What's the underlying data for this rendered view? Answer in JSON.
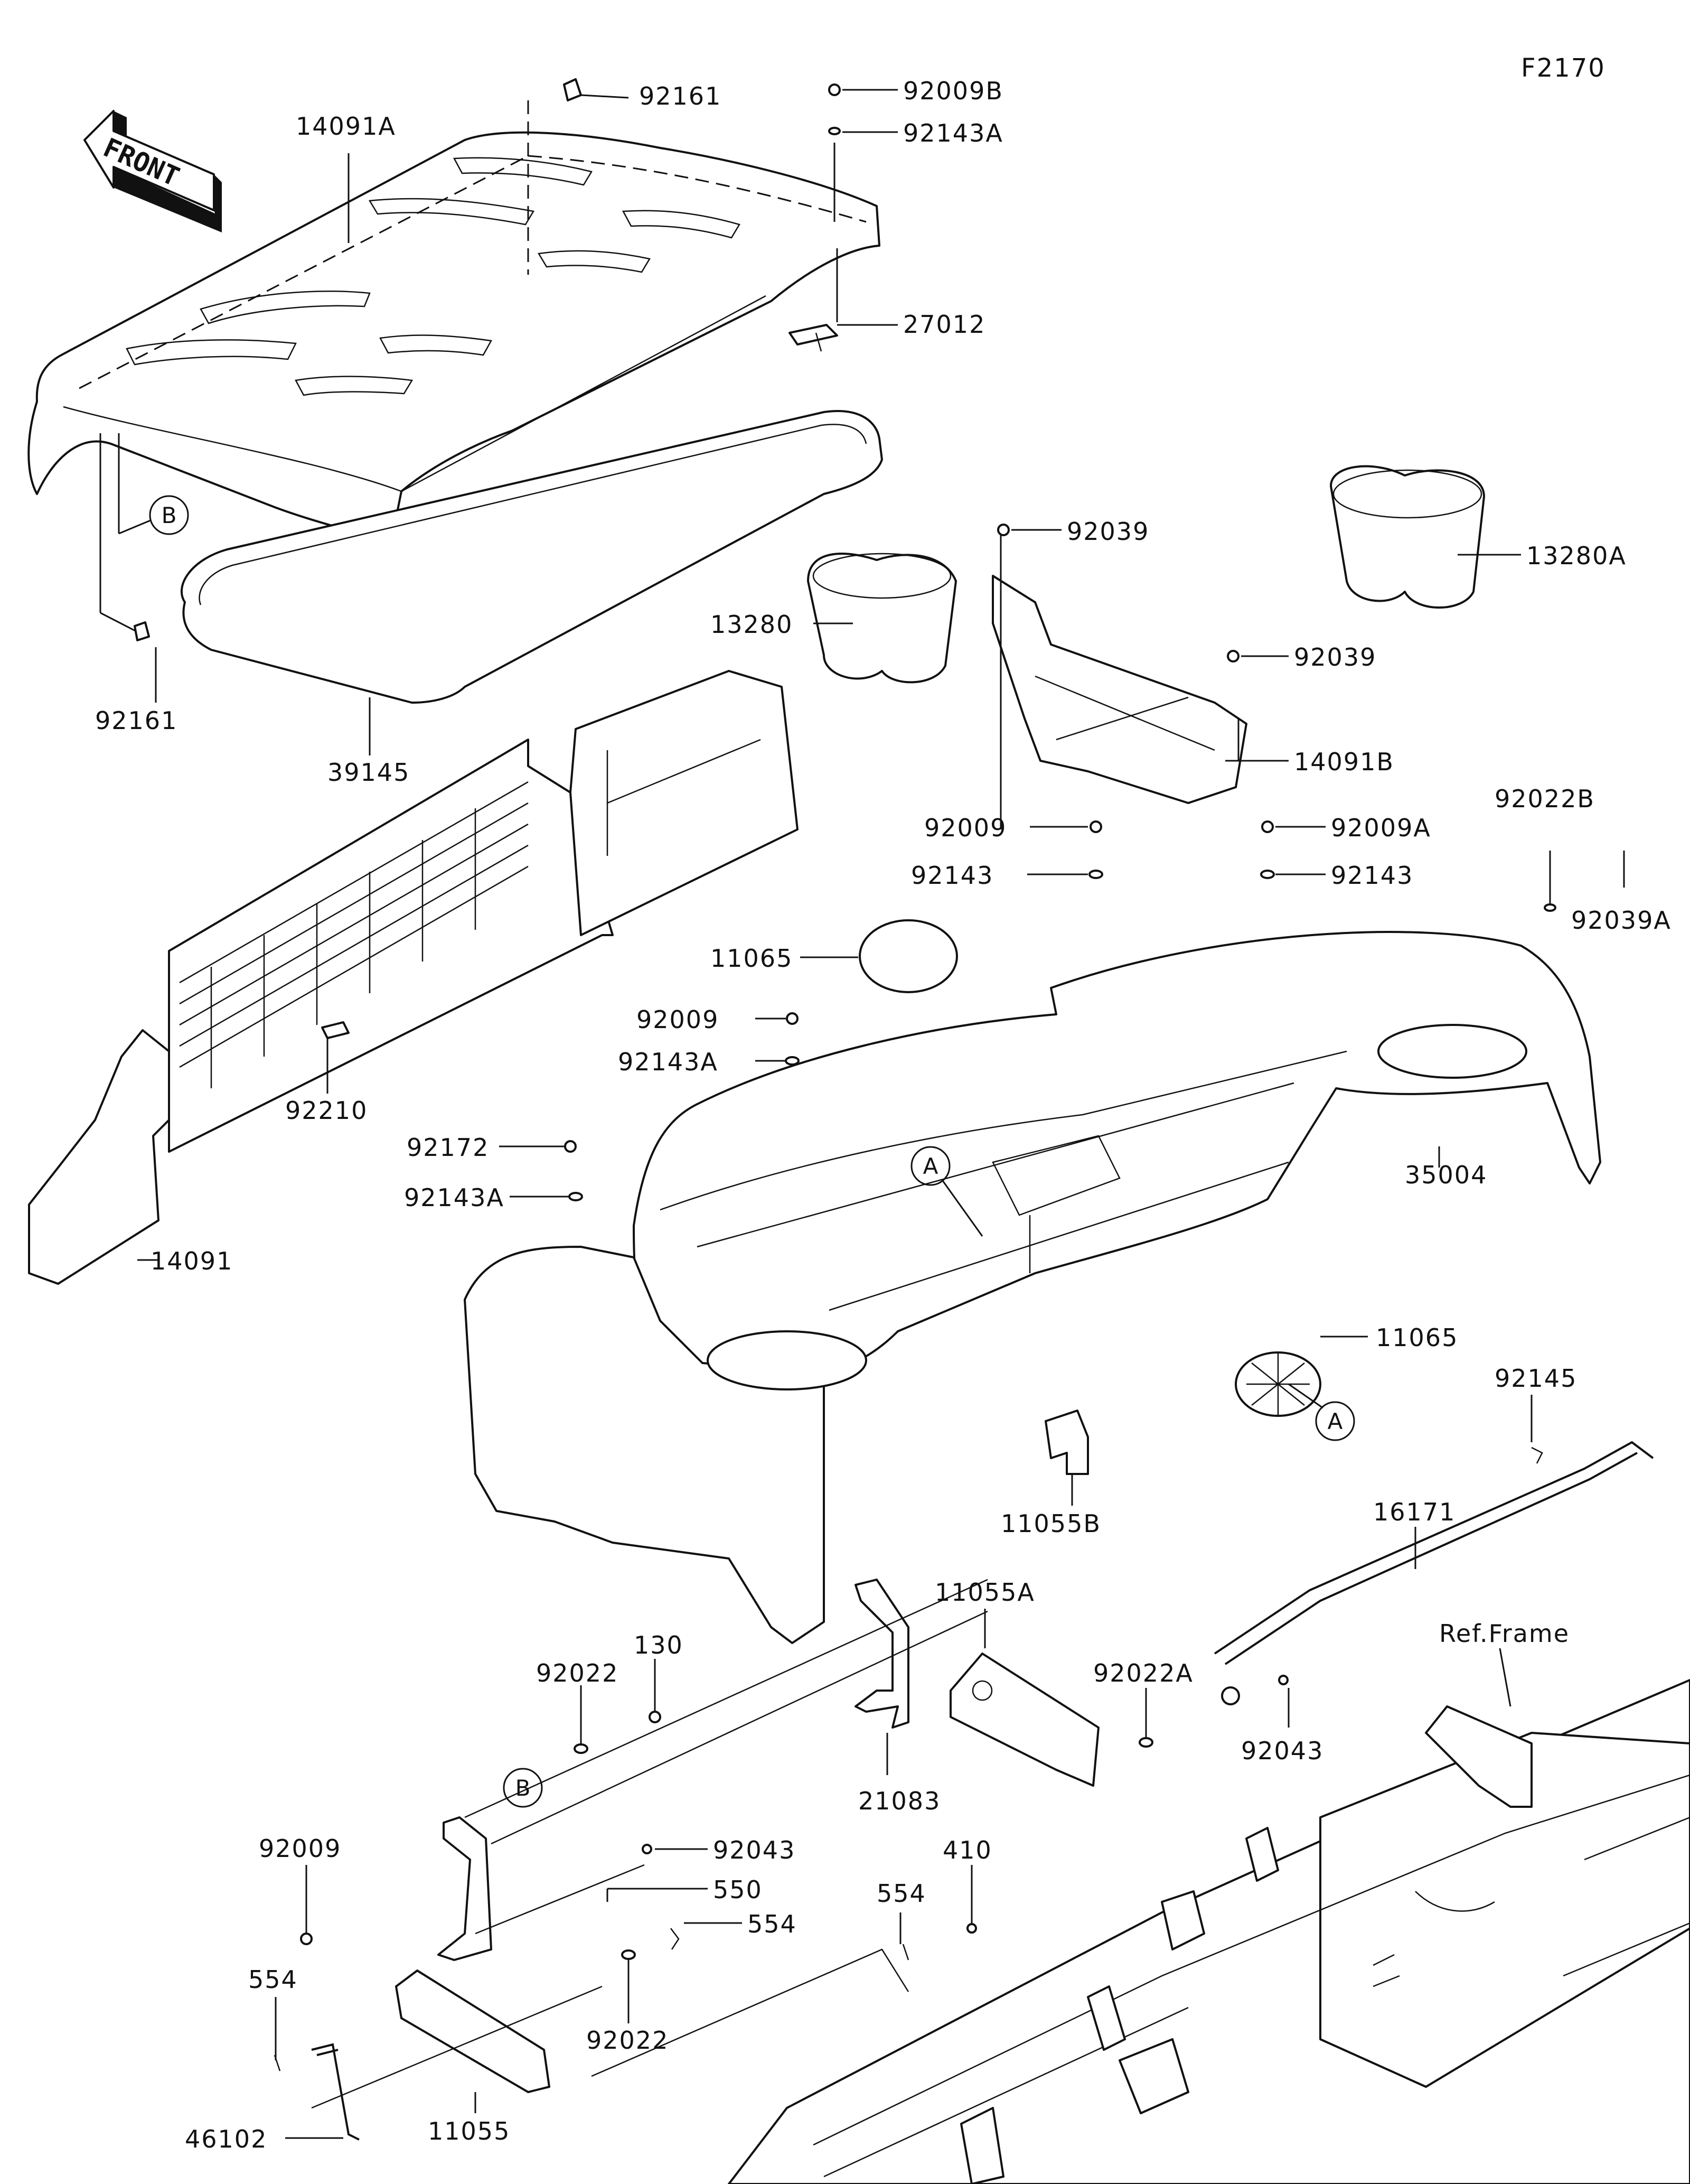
{
  "figure_id": "F2170",
  "front_label": "FRONT",
  "circle_labels": {
    "a_top": "A",
    "a_bottom": "A",
    "b_top": "B",
    "b_bottom": "B"
  },
  "parts": {
    "p92161_top": "92161",
    "p92009B": "92009B",
    "p92143A_top": "92143A",
    "p14091A": "14091A",
    "p27012": "27012",
    "p92161_left": "92161",
    "p39145": "39145",
    "p92039_a": "92039",
    "p13280A": "13280A",
    "p13280": "13280",
    "p92039_b": "92039",
    "p14091B": "14091B",
    "p92009_mid": "92009",
    "p92009A": "92009A",
    "p92022B": "92022B",
    "p92143_mid1": "92143",
    "p92143_mid2": "92143",
    "p92039A": "92039A",
    "p11065_top": "11065",
    "p92009_lower": "92009",
    "p92143A_mid": "92143A",
    "p92210": "92210",
    "p92172": "92172",
    "p92143A_low": "92143A",
    "p35004": "35004",
    "p14091": "14091",
    "p11065_bot": "11065",
    "p92145": "92145",
    "p11055B": "11055B",
    "p16171": "16171",
    "p11055A": "11055A",
    "p130": "130",
    "p92022_a": "92022",
    "p92022A": "92022A",
    "p21083": "21083",
    "p92043_a": "92043",
    "ref_frame": "Ref.Frame",
    "p92009_left": "92009",
    "p92043_b": "92043",
    "p550": "550",
    "p554_mid": "554",
    "p410": "410",
    "p554_right": "554",
    "p554_left": "554",
    "p92022_b": "92022",
    "p46102": "46102",
    "p11055": "11055"
  }
}
